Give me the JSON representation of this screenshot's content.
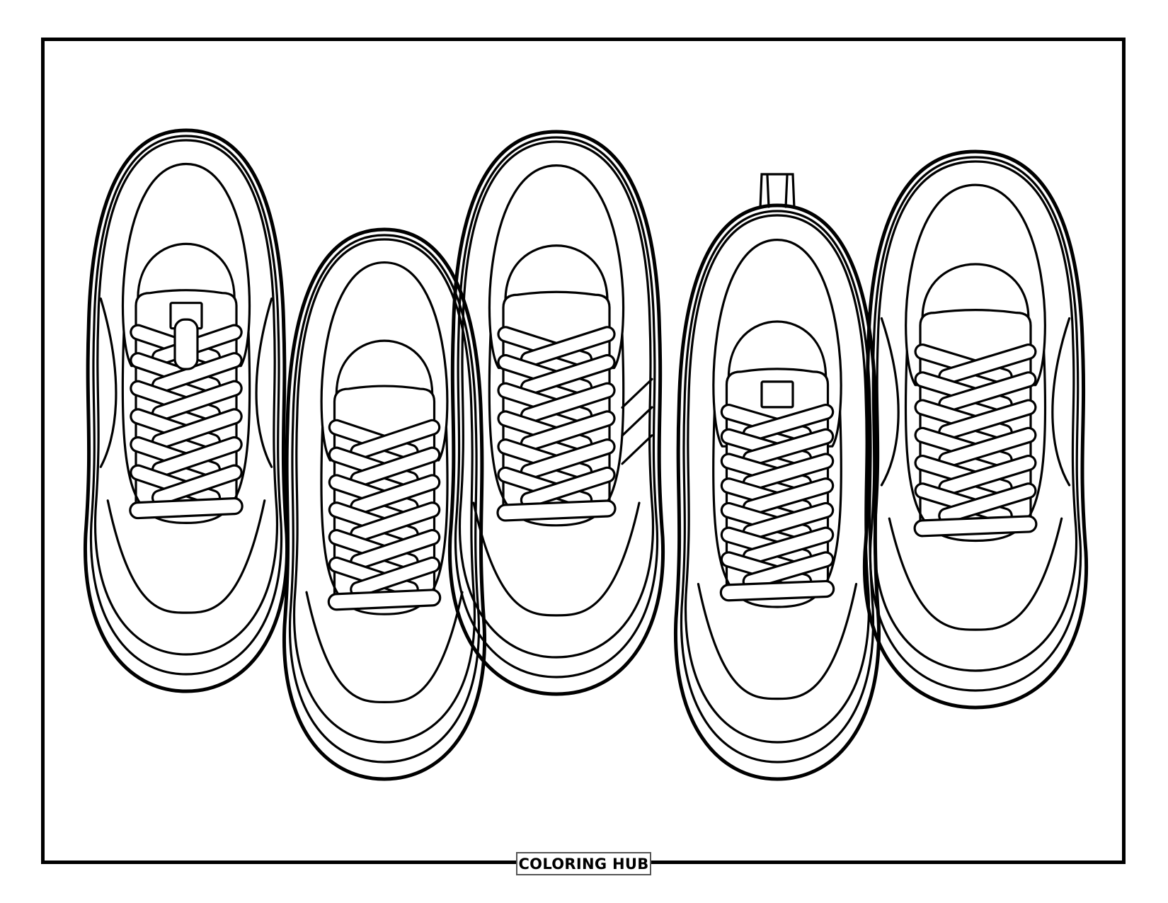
{
  "page": {
    "type": "coloring-page",
    "subject": "five sneakers viewed from above",
    "brand_label": "COLORING HUB",
    "line_color": "#000000",
    "background_color": "#ffffff"
  },
  "shoes": [
    {
      "name": "sneaker-1",
      "style": "elastic-loop laces",
      "lace_rows": 6,
      "has_heel_tab": false
    },
    {
      "name": "sneaker-2",
      "style": "slip tongue",
      "lace_rows": 6,
      "has_heel_tab": false
    },
    {
      "name": "sneaker-3",
      "style": "side stripes",
      "lace_rows": 6,
      "has_heel_tab": false
    },
    {
      "name": "sneaker-4",
      "style": "heel pull tab",
      "lace_rows": 7,
      "has_heel_tab": true
    },
    {
      "name": "sneaker-5",
      "style": "swoosh side",
      "lace_rows": 6,
      "has_heel_tab": false
    }
  ]
}
